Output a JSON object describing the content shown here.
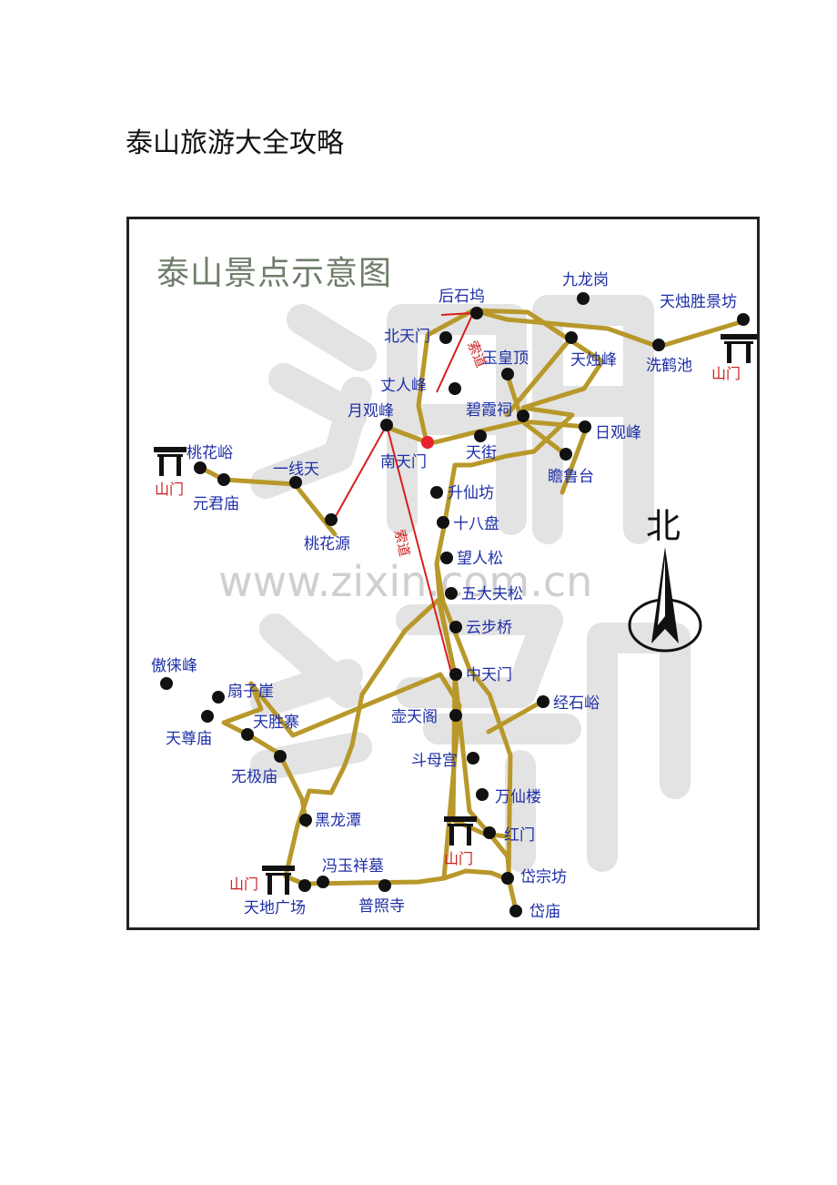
{
  "document": {
    "title": "泰山旅游大全攻略"
  },
  "map": {
    "title": "泰山景点示意图",
    "watermark": "www.zixin.com.cn",
    "north_label": "北",
    "gate_label": "山门",
    "cableway_label": "索道",
    "spots": {
      "houshiwu": "后石坞",
      "jiulonggang": "九龙岗",
      "tianzhushengjingfang": "天烛胜景坊",
      "beitianmen": "北天门",
      "yuhuangding": "玉皇顶",
      "tianzhufeng": "天烛峰",
      "xihechi": "洗鹤池",
      "zhangrenfeng": "丈人峰",
      "bixiaci": "碧霞祠",
      "yueguanfeng": "月观峰",
      "riguanfeng": "日观峰",
      "nantianmen": "南天门",
      "tianjie": "天街",
      "taohuayu": "桃花峪",
      "yixiantian": "一线天",
      "yuanjunmiao": "元君庙",
      "zhanlutai": "瞻鲁台",
      "shengxianfang": "升仙坊",
      "shibapan": "十八盘",
      "taohuayuan": "桃花源",
      "wangrensong": "望人松",
      "wudafusong": "五大夫松",
      "yunbuqiao": "云步桥",
      "aolaifeng": "傲徕峰",
      "zhongtianmen": "中天门",
      "shanziya": "扇子崖",
      "jingshiyu": "经石峪",
      "tianzunmiao": "天尊庙",
      "tianshengzhai": "天胜寨",
      "hutiange": "壶天阁",
      "doumugong": "斗母宫",
      "wujimiao": "无极庙",
      "wanxianlou": "万仙楼",
      "heilongtan": "黑龙潭",
      "hongmen": "红门",
      "fengyuxiangmu": "冯玉祥墓",
      "daizongfang": "岱宗坊",
      "tiandiguangchang": "天地广场",
      "puzhaosi": "普照寺",
      "daimiao": "岱庙"
    },
    "colors": {
      "trail": "#b8982a",
      "cableway": "#d81e1e",
      "label": "#1f2fa8",
      "gate": "#cc1f1f",
      "title": "#6e7d6a"
    }
  }
}
